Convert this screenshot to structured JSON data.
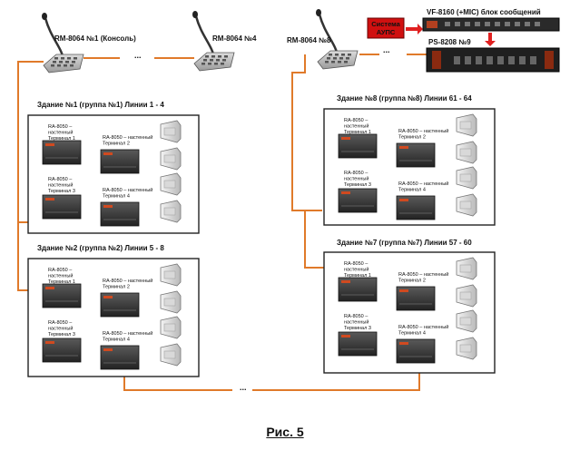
{
  "consoles": [
    {
      "label": "RM-8064 №1 (Консоль)"
    },
    {
      "label": "RM-8064 №4"
    },
    {
      "label": "RM-8064 №8"
    }
  ],
  "ellipsis": "...",
  "devices": {
    "vf": "VF-8160 (+MIC) блок сообщений",
    "ps": "PS-8208 №9",
    "aups": [
      "Система",
      "АУПС"
    ]
  },
  "buildings": [
    {
      "title": "Здание №1 (группа №1) Линии 1 - 4"
    },
    {
      "title": "Здание №2 (группа №2) Линии 5 - 8"
    },
    {
      "title": "Здание №8 (группа №8) Линии 61 - 64"
    },
    {
      "title": "Здание №7 (группа №7) Линии 57 - 60"
    }
  ],
  "terminals": {
    "t1": [
      "RA-8050 –",
      "настенный",
      "Терминал 1"
    ],
    "t2": [
      "RA-8050 – настенный",
      "Терминал 2"
    ],
    "t3": [
      "RA-8050 –",
      "настенный",
      "Терминал 3"
    ],
    "t4": [
      "RA-8050 – настенный",
      "Терминал 4"
    ]
  },
  "colors": {
    "line": "#e07a2a",
    "arrow": "#e02020",
    "aups_bg": "#d01010"
  },
  "caption": "Рис. 5"
}
